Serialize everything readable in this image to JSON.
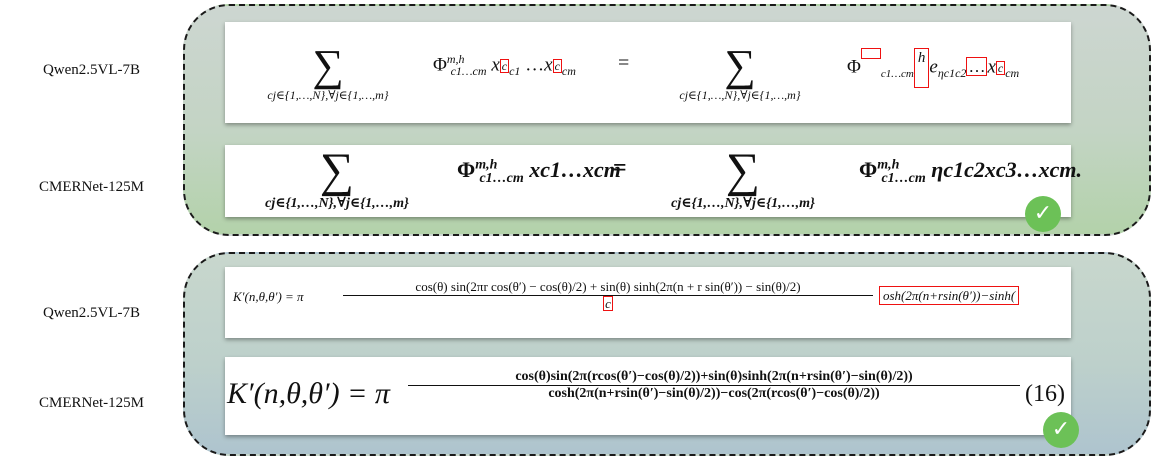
{
  "groups": [
    {
      "rows": [
        {
          "model": "Qwen2.5VL-7B"
        },
        {
          "model": "CMERNet-125M"
        }
      ]
    },
    {
      "rows": [
        {
          "model": "Qwen2.5VL-7B"
        },
        {
          "model": "CMERNet-125M"
        }
      ]
    }
  ],
  "formulas": {
    "sum_symbol": "∑",
    "sum_sub": "cj∈{1,…,N},∀j∈{1,…,m}",
    "qwen1_phi": "Φ",
    "qwen1_phi_sup": "m,h",
    "qwen1_phi_sub": "c1…cm",
    "qwen1_lhs_tail": "x",
    "qwen1_box_c1": "c",
    "qwen1_c1": "c1",
    "qwen1_dots": "…",
    "qwen1_box_c2": "c",
    "qwen1_cm": "cm",
    "equals": "=",
    "qwen1_rhs_sub": "c1…cm",
    "qwen1_rhs_h": "h",
    "qwen1_rhs_e": "e",
    "qwen1_eta": "ηc1c2",
    "qwen1_rhs_x": "x",
    "qwen1_box_c3": "c",
    "cmer1_lhs_terms": "xc1…xcm",
    "cmer1_rhs_terms": "ηc1c2xc3…xcm.",
    "qwen2_lhs": "K′(n,θ,θ′) = π",
    "qwen2_num": "cos(θ) sin(2πr cos(θ′) − cos(θ)/2) + sin(θ) sinh(2π(n + r sin(θ′)) − sin(θ)/2)",
    "qwen2_den_box": "c",
    "qwen2_tail_box": "osh(2π(n+rsin(θ′))−sinh(",
    "cmer2_lhs": "K′(n,θ,θ′) = π",
    "cmer2_num": "cos(θ)sin(2π(rcos(θ′)−cos(θ)/2))+sin(θ)sinh(2π(n+rsin(θ′)−sin(θ)/2))",
    "cmer2_den": "cosh(2π(n+rsin(θ′)−sin(θ)/2))−cos(2π(rcos(θ′)−cos(θ)/2))",
    "cmer2_eqno": "(16)"
  },
  "colors": {
    "highlight_box": "#e11111",
    "check_badge": "#6cc157"
  },
  "icons": {
    "correct": "check-circle-icon",
    "check_glyph": "✓"
  }
}
